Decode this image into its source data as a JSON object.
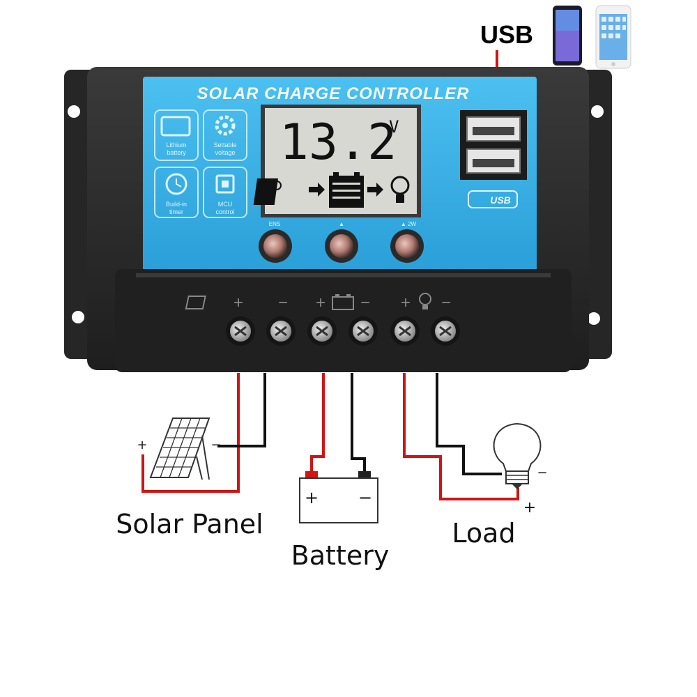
{
  "usb": {
    "label": "USB"
  },
  "controller": {
    "title": "SOLAR CHARGE CONTROLLER",
    "display": {
      "value": "13.2",
      "unit": "V"
    },
    "features": [
      {
        "name": "lithium-battery",
        "label_line1": "Lithium",
        "label_line2": "battery"
      },
      {
        "name": "settable-voltage",
        "label_line1": "Settable",
        "label_line2": "voltage"
      },
      {
        "name": "built-in-timer",
        "label_line1": "Build-in",
        "label_line2": "timer"
      },
      {
        "name": "mcu-control",
        "label_line1": "MCU",
        "label_line2": "control"
      }
    ],
    "usb_badge": "USB",
    "button_labels": [
      "ENS",
      "▲",
      "▲ 2W"
    ]
  },
  "terminals": {
    "plus": "+",
    "minus": "−"
  },
  "wiring": {
    "solar_panel": {
      "label": "Solar Panel",
      "plus": "+",
      "minus": "−"
    },
    "battery": {
      "label": "Battery",
      "plus": "+",
      "minus": "−"
    },
    "load": {
      "label": "Load",
      "plus": "+",
      "minus": "−"
    }
  },
  "colors": {
    "panel_blue": "#38b3e8",
    "housing": "#2a2a2a",
    "positive_wire": "#d11414",
    "negative_wire": "#111111"
  }
}
